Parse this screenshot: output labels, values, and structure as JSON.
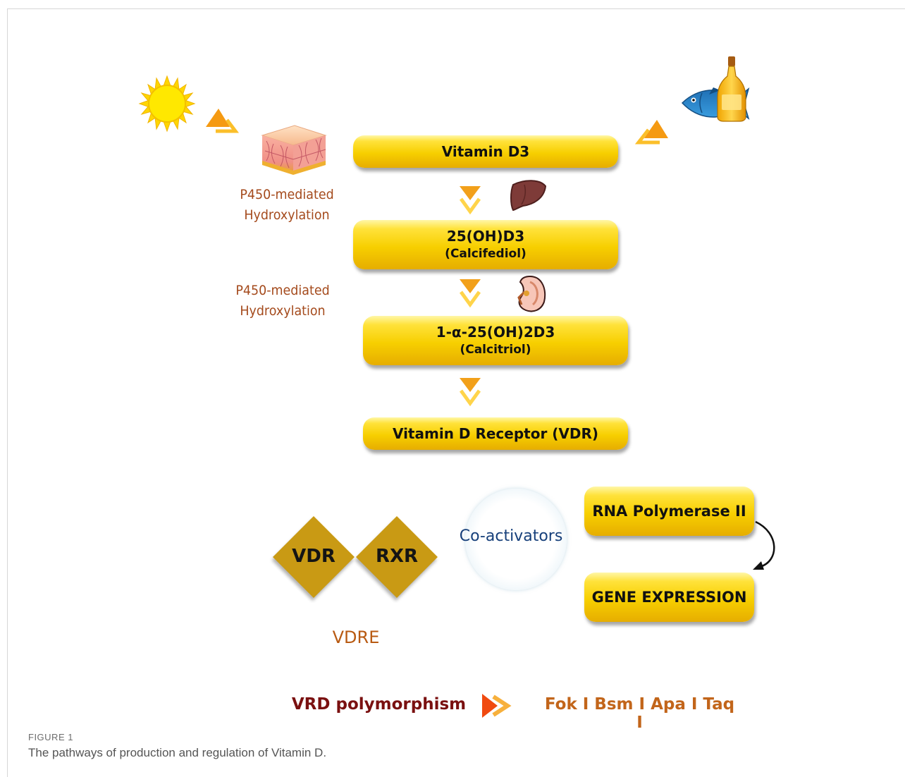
{
  "flow": {
    "vitamin_d3": "Vitamin D3",
    "calcifediol_formula": "25(OH)D3",
    "calcifediol_name": "(Calcifediol)",
    "calcitriol_formula": "1-α-25(OH)2D3",
    "calcitriol_name": "(Calcitriol)",
    "receptor": "Vitamin D Receptor (VDR)"
  },
  "hydroxylation_liver": {
    "line1": "P450-mediated",
    "line2": "Hydroxylation"
  },
  "hydroxylation_kidney": {
    "line1": "P450-mediated",
    "line2": "Hydroxylation"
  },
  "complex": {
    "vdr": "VDR",
    "rxr": "RXR",
    "coactivators": "Co-activators",
    "vdre": "VDRE"
  },
  "transcription": {
    "rna_polymerase": "RNA Polymerase II",
    "gene_expression": "GENE EXPRESSION"
  },
  "polymorphism": {
    "label": "VRD polymorphism",
    "types": "Fok I Bsm I Apa I Taq I"
  },
  "figure": {
    "label": "FIGURE 1",
    "caption": "The pathways of production and regulation of Vitamin D."
  },
  "icons": [
    "sun-icon",
    "skin-icon",
    "fish-icon",
    "oil-bottle-icon",
    "liver-icon",
    "kidney-icon",
    "arrow-icon"
  ],
  "colors": {
    "box_yellow": "#f7cf00",
    "diamond_gold": "#c99a14",
    "label_brown": "#a44a1c",
    "coactivator_blue": "#163f7a",
    "polymorphism_red": "#7a1010",
    "arrow_orange": "#f29a1c"
  }
}
